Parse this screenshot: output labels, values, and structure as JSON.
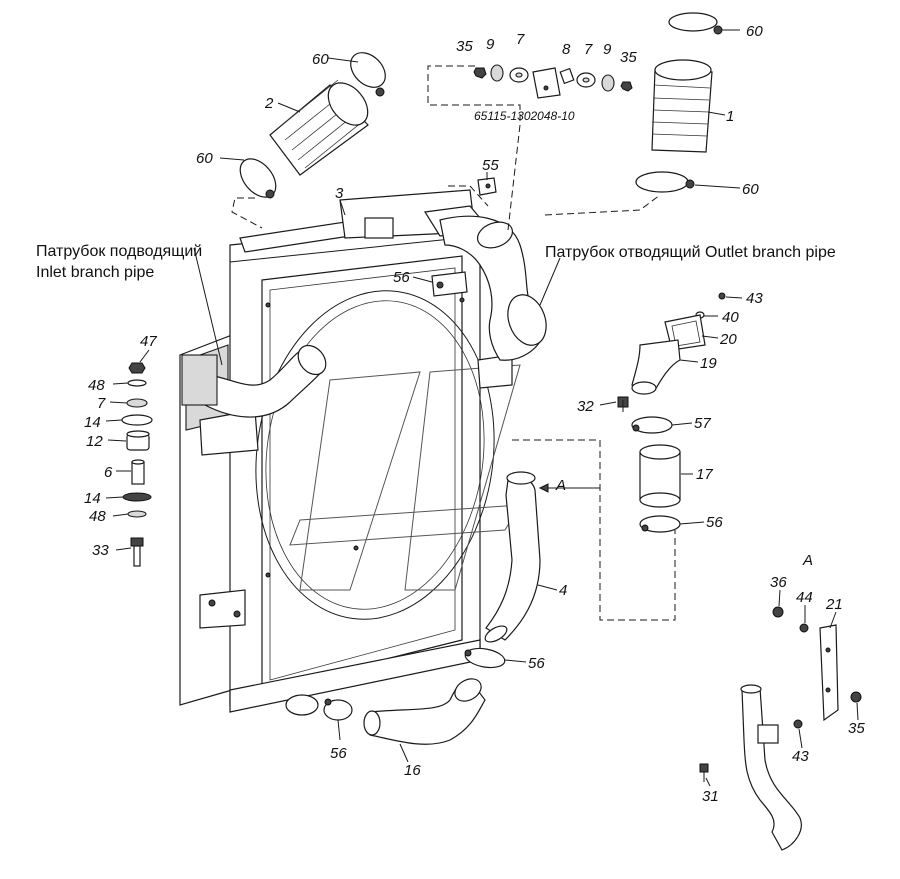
{
  "diagram": {
    "captions": {
      "inlet": "Патрубок подводящий\nInlet branch pipe",
      "outlet": "Патрубок отводящий Outlet branch pipe",
      "view": "A",
      "view_arrow": "A",
      "assembly_no": "65115-1302048-10"
    },
    "callouts": {
      "c35a": "35",
      "c9a": "9",
      "c7a": "7",
      "c8": "8",
      "c7b": "7",
      "c9b": "9",
      "c35b": "35",
      "c60a": "60",
      "c60b": "60",
      "c60c": "60",
      "c60d": "60",
      "c2": "2",
      "c1": "1",
      "c55": "55",
      "c3": "3",
      "c56a": "56",
      "c43a": "43",
      "c40": "40",
      "c20": "20",
      "c19": "19",
      "c32": "32",
      "c57": "57",
      "c17": "17",
      "c56b": "56",
      "c4": "4",
      "c56c": "56",
      "c56d": "56",
      "c16": "16",
      "c47": "47",
      "c48a": "48",
      "c7c": "7",
      "c14a": "14",
      "c12": "12",
      "c6": "6",
      "c14b": "14",
      "c48b": "48",
      "c33": "33",
      "c36": "36",
      "c44": "44",
      "c21": "21",
      "c35c": "35",
      "c43b": "43",
      "c31": "31"
    }
  }
}
